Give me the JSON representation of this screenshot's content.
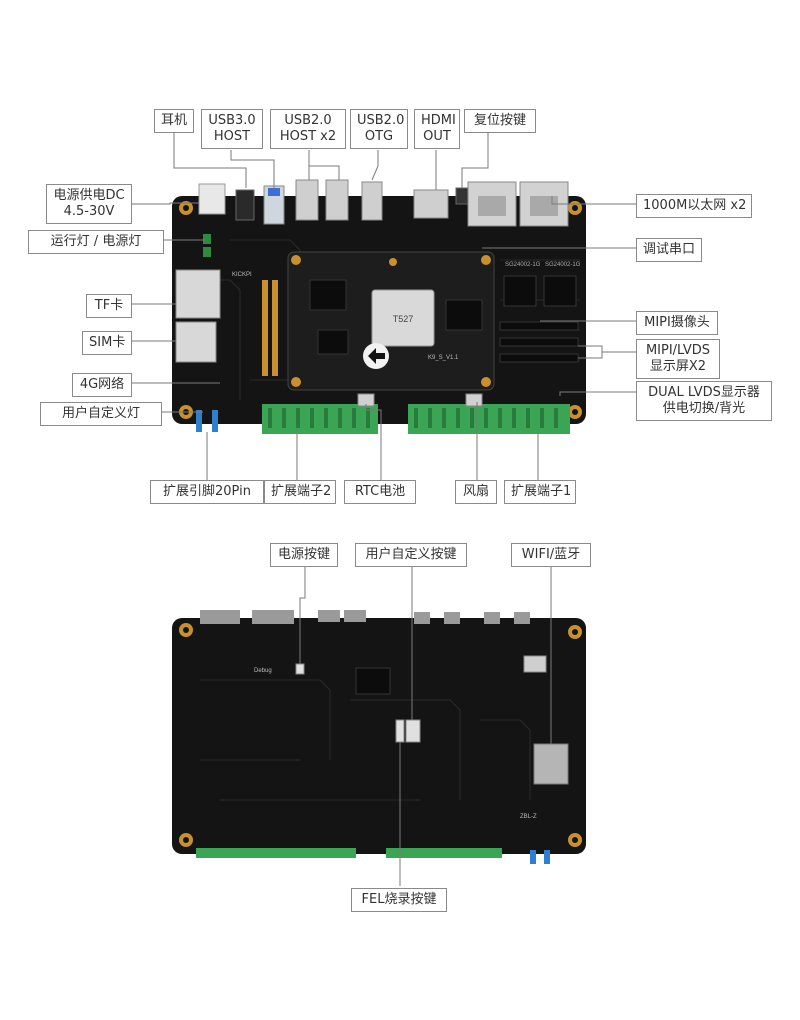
{
  "top_labels": {
    "earphone": "耳机",
    "usb30": [
      "USB3.0",
      "HOST"
    ],
    "usb20_host": [
      "USB2.0",
      "HOST x2"
    ],
    "usb20_otg": [
      "USB2.0",
      "OTG"
    ],
    "hdmi": [
      "HDMI",
      "OUT"
    ],
    "reset": "复位按键",
    "power_dc": [
      "电源供电DC",
      "4.5-30V"
    ],
    "run_led": "运行灯 / 电源灯",
    "tf": "TF卡",
    "sim": "SIM卡",
    "g4": "4G网络",
    "user_led": "用户自定义灯",
    "eth": "1000M以太网 x2",
    "debug_uart": "调试串口",
    "mipi_cam": "MIPI摄像头",
    "mipi_lvds": [
      "MIPI/LVDS",
      "显示屏X2"
    ],
    "dual_lvds": [
      "DUAL LVDS显示器",
      "供电切换/背光"
    ],
    "exp20": "扩展引脚20Pin",
    "term2": "扩展端子2",
    "rtc": "RTC电池",
    "fan": "风扇",
    "term1": "扩展端子1"
  },
  "bottom_labels": {
    "power_btn": "电源按键",
    "user_btn": "用户自定义按键",
    "wifi": "WIFI/蓝牙",
    "fel": "FEL烧录按键"
  },
  "board_silkscreen": {
    "soc": "T527",
    "board_id": "K9_S_V1.1",
    "brand": "KICKPI",
    "eth_chip_1": "SG24002-1G",
    "eth_chip_2": "SG24002-1G",
    "debug": "Debug",
    "wifi_module": "ZBL-Z"
  },
  "colors": {
    "pcb": "#141414",
    "pcb_edge": "#1e1e1e",
    "terminal_green": "#3aa655",
    "gold": "#c8902e",
    "leader": "#7a7a7a"
  }
}
